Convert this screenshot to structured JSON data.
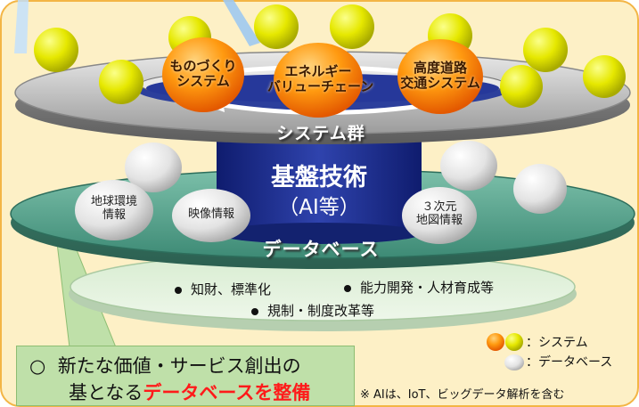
{
  "diagram": {
    "system_nodes": [
      {
        "label_line1": "ものづくり",
        "label_line2": "システム"
      },
      {
        "label_line1": "エネルギー",
        "label_line2": "バリューチェーン"
      },
      {
        "label_line1": "高度道路",
        "label_line2": "交通システム"
      }
    ],
    "system_ring_title": "システム群",
    "core": {
      "title": "基盤技術",
      "subtitle": "（AI等）"
    },
    "data_nodes": [
      {
        "label_line1": "地球環境",
        "label_line2": "情報"
      },
      {
        "label_line1": "映像情報",
        "label_line2": ""
      },
      {
        "label_line1": "３次元",
        "label_line2": "地図情報"
      }
    ],
    "database_ring_title": "データベース",
    "base_items": [
      "知財、標準化",
      "能力開発・人材育成等",
      "規制・制度改革等"
    ]
  },
  "callout": {
    "marker": "○",
    "line1": "新たな価値・サービス創出の",
    "line2_prefix": "基となる",
    "line2_highlight": "データベースを整備"
  },
  "legend": {
    "system_label": "：システム",
    "database_label": "：データベース"
  },
  "note": "※ AIは、IoT、ビッグデータ解析を含む",
  "colors": {
    "background": "#fdf0c6",
    "system_orange": "#ff8a00",
    "system_yellow": "#e8ea00",
    "core_blue": "#1f2f8f",
    "database_green": "#5fa894",
    "highlight_red": "#ff1a1a"
  }
}
